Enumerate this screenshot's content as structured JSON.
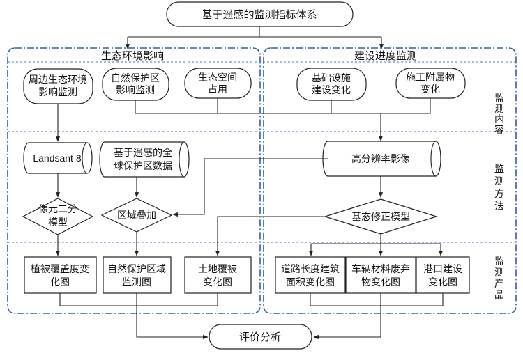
{
  "title": "基于遥感的监测指标体系",
  "groups": {
    "left": "生态环境影响",
    "right": "建设进度监测"
  },
  "rows": {
    "content": [
      "监",
      "测",
      "内",
      "容"
    ],
    "method": [
      "监",
      "测",
      "方",
      "法"
    ],
    "product": [
      "监",
      "测",
      "产",
      "品"
    ]
  },
  "content": {
    "c1": [
      "周边生态环境",
      "影响监测"
    ],
    "c2": [
      "自然保护区",
      "影响监测"
    ],
    "c3": [
      "生态空间",
      "占用"
    ],
    "c4": [
      "基础设施",
      "建设变化"
    ],
    "c5": [
      "施工附属物",
      "变化"
    ]
  },
  "data_sources": {
    "landsat": "Landsant 8",
    "pa_data": [
      "基于遥感的全",
      "球保护区数据"
    ],
    "hires": "高分辨率影像"
  },
  "methods": {
    "pixel": [
      "像元二分",
      "模型"
    ],
    "overlay": "区域叠加",
    "correction": "基态修正模型"
  },
  "products": {
    "p1": [
      "植被覆盖度变",
      "化图"
    ],
    "p2": [
      "自然保护区域",
      "监测图"
    ],
    "p3": [
      "土地覆被",
      "变化图"
    ],
    "p4": [
      "道路长度建筑",
      "面积变化图"
    ],
    "p5": [
      "车辆材料废弃",
      "物变化图"
    ],
    "p6": [
      "港口建设",
      "变化图"
    ]
  },
  "final": "评价分析"
}
